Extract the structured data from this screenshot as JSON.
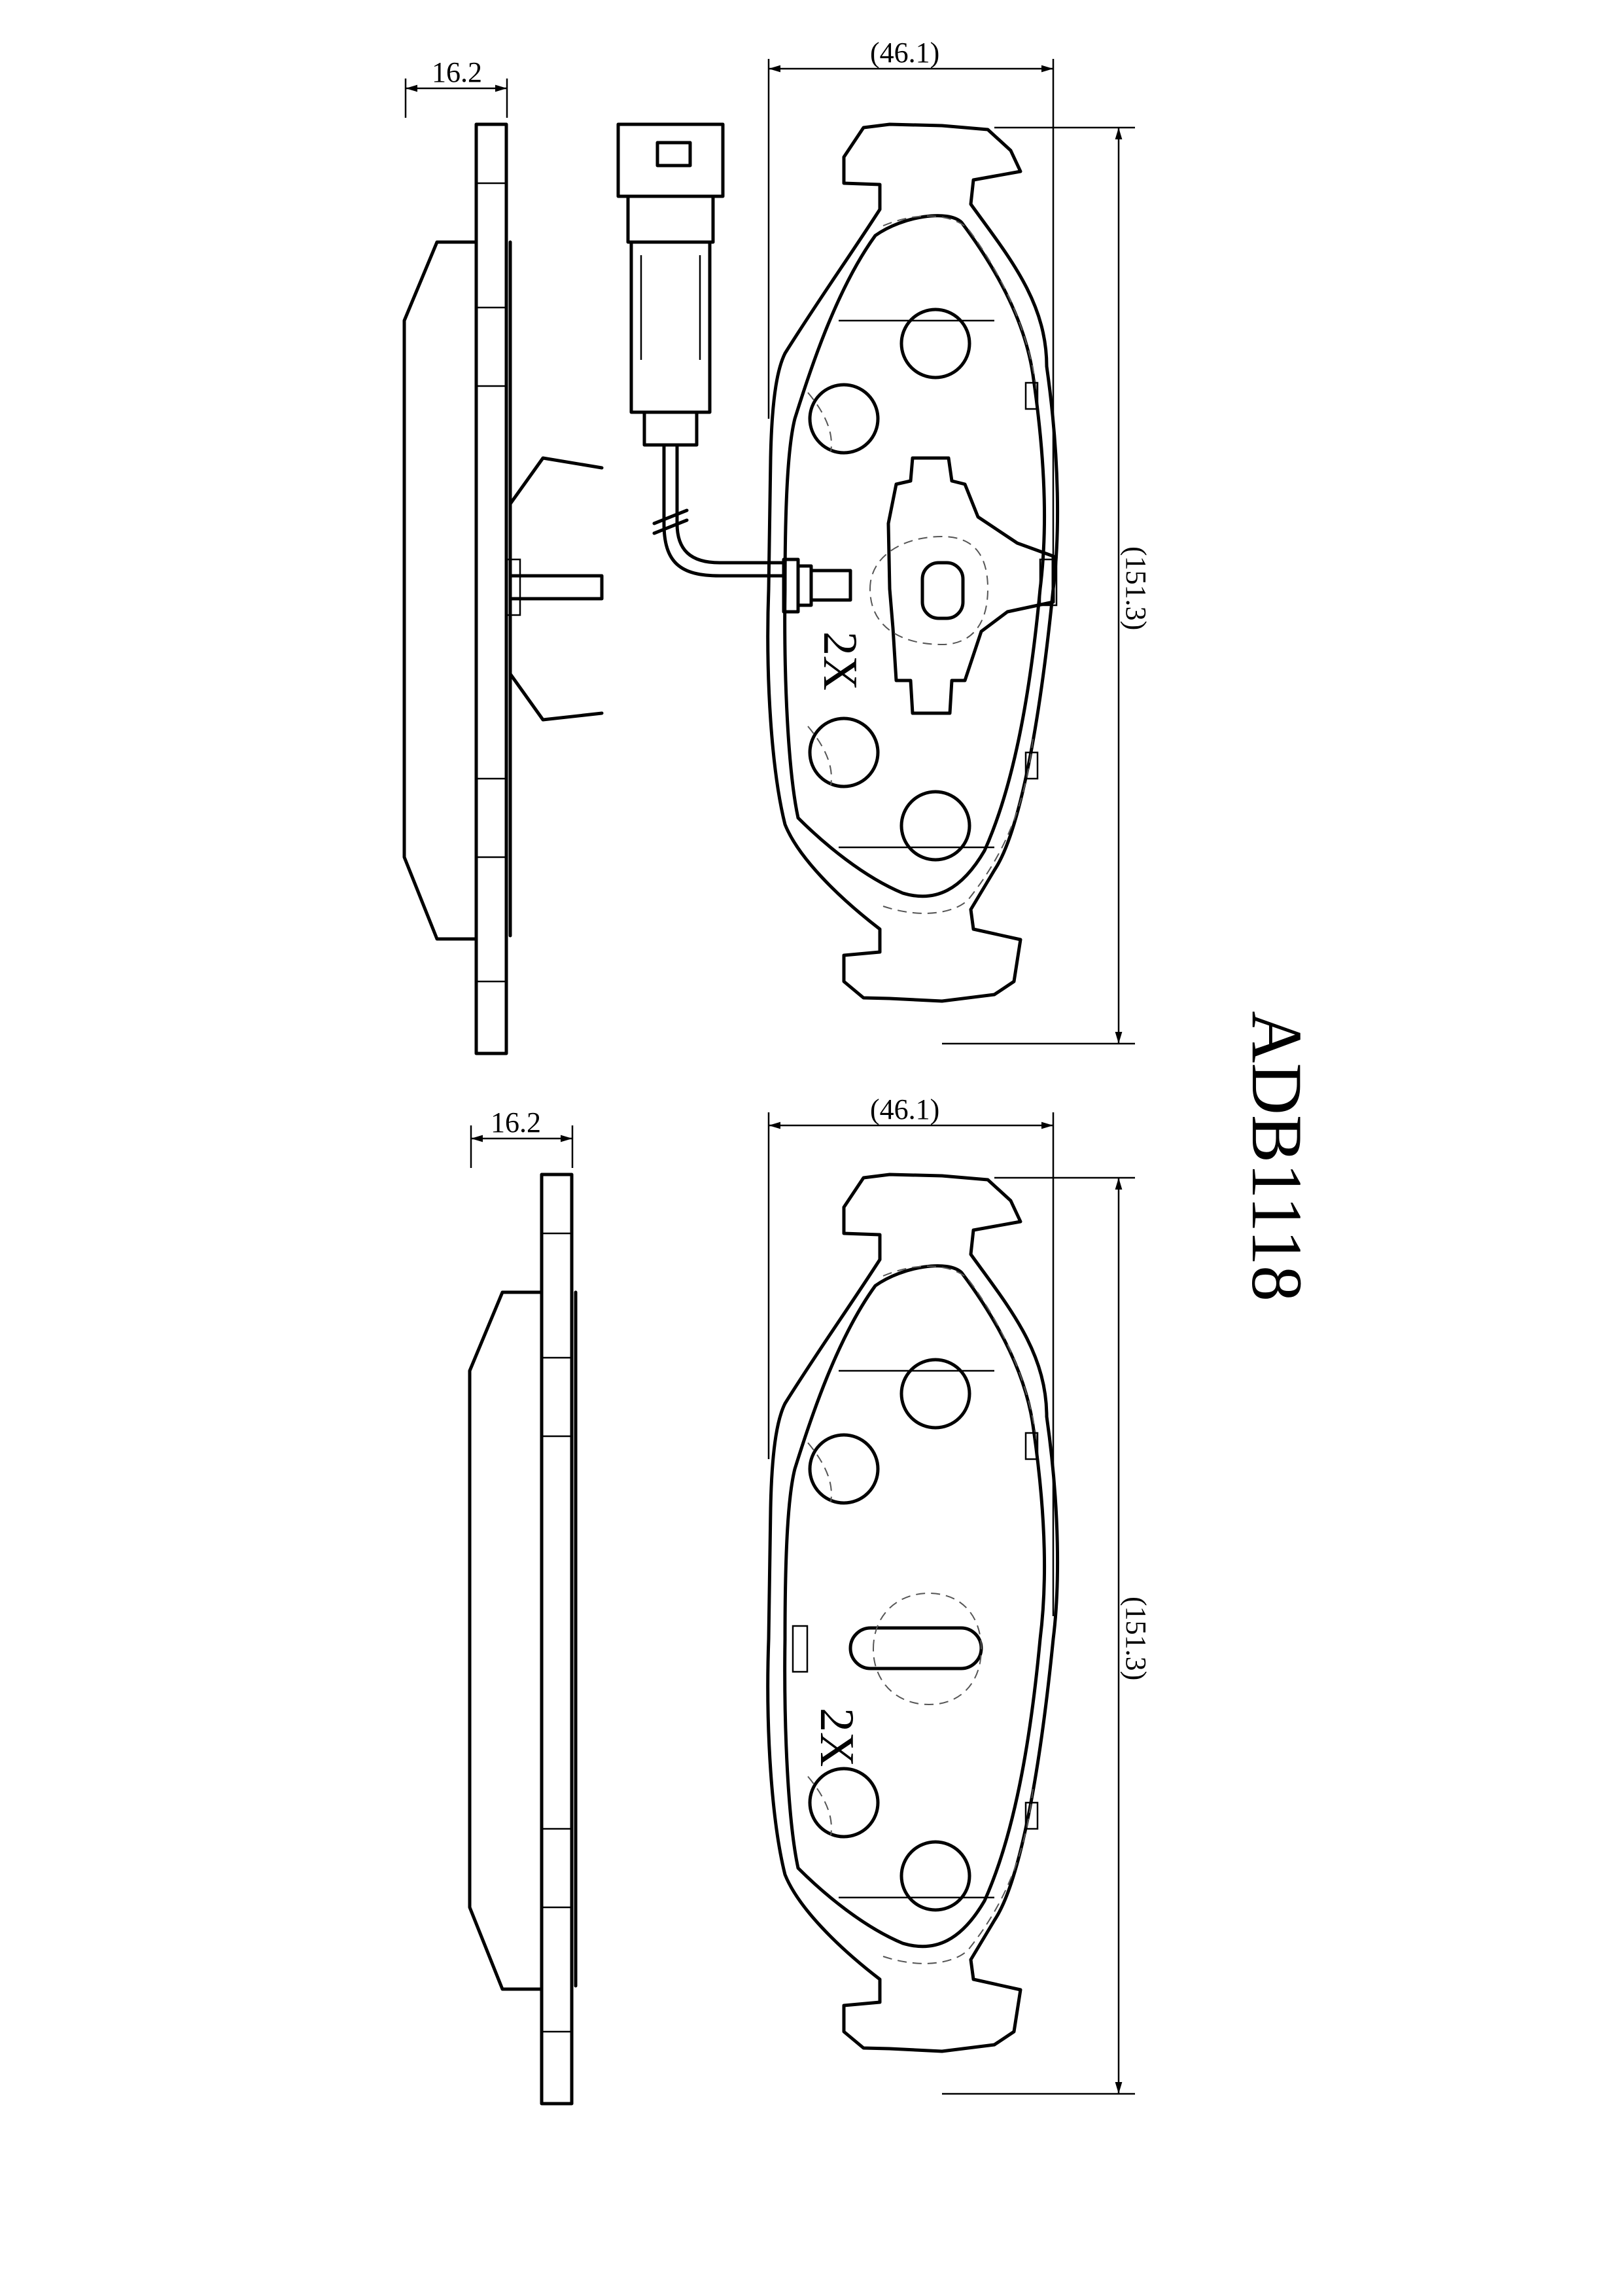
{
  "part_code": "ADB1118",
  "views": [
    {
      "name": "pad-with-wear-sensor",
      "thickness": "16.2",
      "width": "(46.1)",
      "length": "(151.3)",
      "quantity": "2X"
    },
    {
      "name": "pad-without-sensor",
      "thickness": "16.2",
      "width": "(46.1)",
      "length": "(151.3)",
      "quantity": "2X"
    }
  ]
}
